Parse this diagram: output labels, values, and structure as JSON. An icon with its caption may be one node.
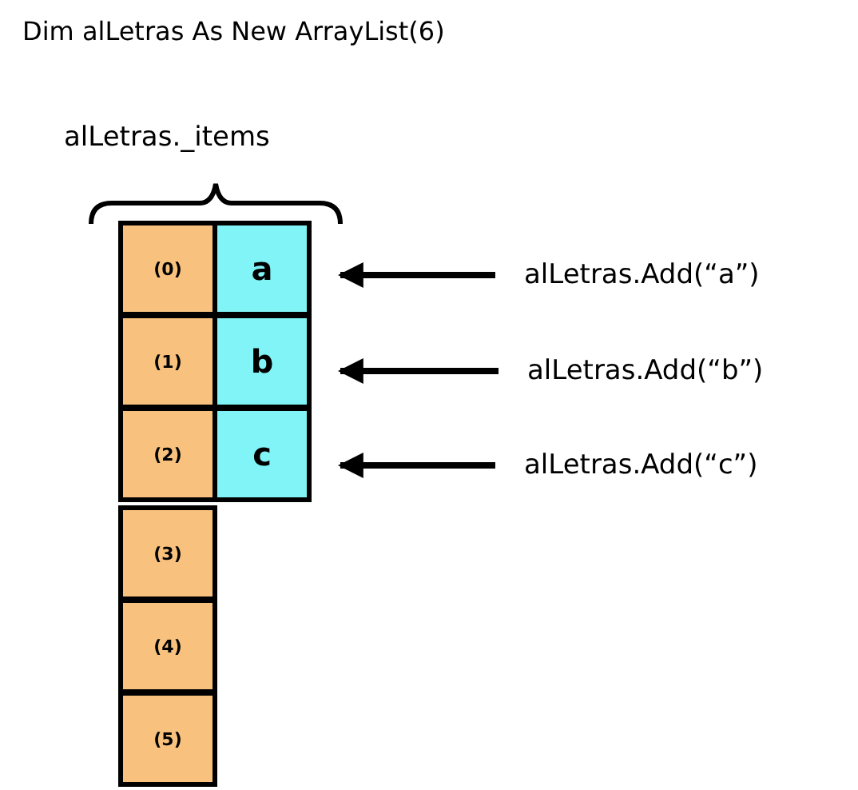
{
  "diagram": {
    "title": "Dim alLetras As New ArrayList(6)",
    "nodes": [
      {
        "text": [
          "(0)"
        ]
      },
      {
        "text": [
          "(1)"
        ]
      },
      {
        "text": [
          "(2)"
        ]
      },
      {
        "text": [
          "(3)"
        ]
      },
      {
        "text": [
          "(4)"
        ]
      },
      {
        "text": [
          "(5)"
        ]
      },
      {
        "text": [
          "a"
        ]
      },
      {
        "text": [
          "b"
        ]
      },
      {
        "text": [
          "c"
        ]
      },
      {
        "text": [
          "alLetras.Add(“a”)"
        ]
      },
      {
        "text": [
          "alLetras.Add(“b”)"
        ]
      },
      {
        "text": [
          "alLetras.Add(“c”)"
        ]
      }
    ],
    "edges": [
      {
        "from": 9,
        "to": 6,
        "arrow": "to"
      },
      {
        "from": 10,
        "to": 7,
        "arrow": "to"
      },
      {
        "from": 11,
        "to": 8,
        "arrow": "to"
      }
    ],
    "labels": [
      "alLetras._items"
    ]
  }
}
